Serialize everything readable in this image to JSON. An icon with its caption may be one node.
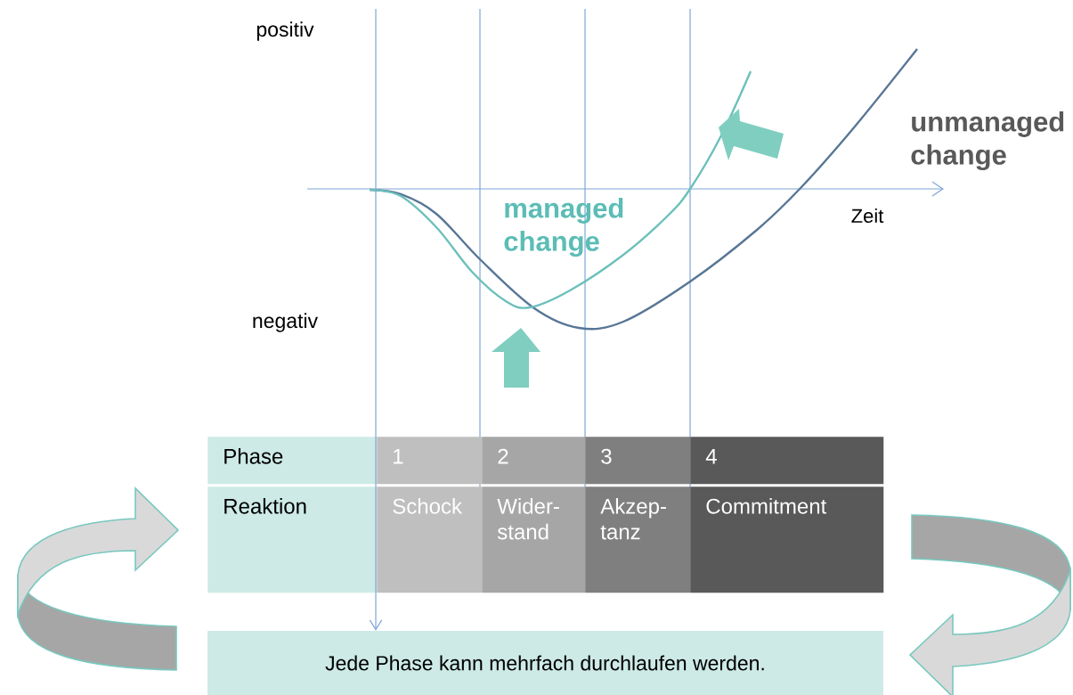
{
  "diagram": {
    "nodes": [
      {
        "text": [
          "Phase"
        ]
      },
      {
        "text": [
          "1"
        ]
      },
      {
        "text": [
          "2"
        ]
      },
      {
        "text": [
          "3"
        ]
      },
      {
        "text": [
          "4"
        ]
      },
      {
        "text": [
          "Reaktion"
        ]
      },
      {
        "text": [
          "Schock"
        ]
      },
      {
        "text": [
          "Wider- stand"
        ]
      },
      {
        "text": [
          "Akzep- tanz"
        ]
      },
      {
        "text": [
          "Commitment"
        ]
      },
      {
        "text": [
          "Jede Phase kann mehrfach durchlaufen werden."
        ]
      }
    ],
    "edges": [
      {
        "from": null,
        "to": 10,
        "arrow": "to"
      }
    ],
    "labels": [
      "positiv",
      "unmanaged change",
      "managed change",
      "Zeit",
      "negativ"
    ]
  }
}
